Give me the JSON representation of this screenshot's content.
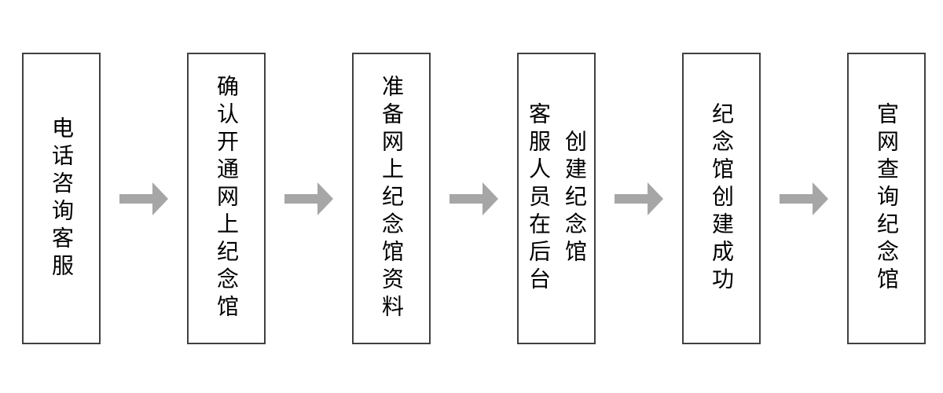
{
  "flowchart": {
    "description": "horizontal flowchart, 6 vertical-text steps connected by right arrows",
    "colors": {
      "box_border": "#404040",
      "arrow": "#a6a6a6",
      "text": "#000000",
      "background": "#ffffff"
    },
    "arrow": {
      "icon": "right-block-arrow",
      "count": 5
    },
    "boxes": [
      {
        "step": 1,
        "text": "电话咨询客服",
        "columns": [
          "电话咨询客服",
          ""
        ]
      },
      {
        "step": 2,
        "text": "确认开通网上纪念馆",
        "columns": [
          "确认开通网上纪念馆",
          ""
        ]
      },
      {
        "step": 3,
        "text": "准备网上纪念馆资料",
        "columns": [
          "准备网上纪念馆资料",
          ""
        ]
      },
      {
        "step": 4,
        "text": "客服人员在后台创建纪念馆",
        "columns": [
          "客服人员在后台",
          "创建纪念馆"
        ]
      },
      {
        "step": 5,
        "text": "纪念馆创建成功",
        "columns": [
          "纪念馆创建成功",
          ""
        ]
      },
      {
        "step": 6,
        "text": "官网查询纪念馆",
        "columns": [
          "官网查询纪念馆",
          ""
        ]
      }
    ]
  }
}
